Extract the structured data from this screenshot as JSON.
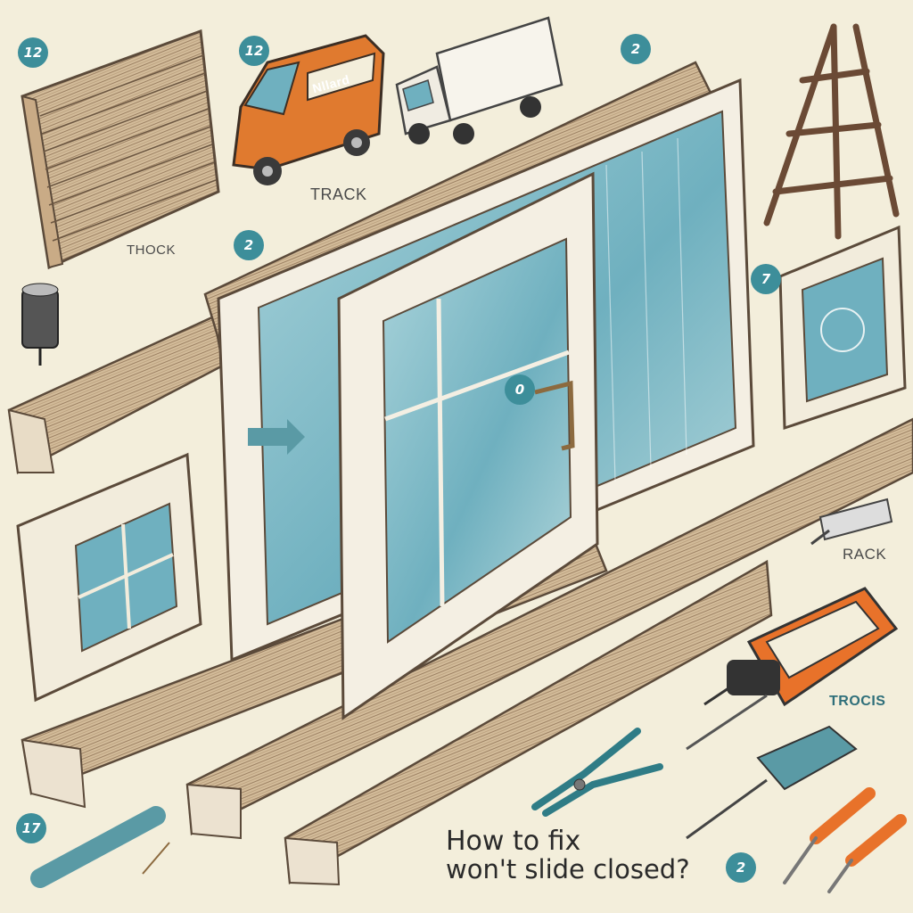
{
  "labels": {
    "track": "TRACK",
    "thock": "THOCK",
    "rack": "RACK",
    "trocis": "TROCIS",
    "van_sign": "Nllard"
  },
  "badges": [
    "12",
    "12",
    "2",
    "2",
    "7",
    "0",
    "17",
    "2"
  ],
  "caption": {
    "line1": "How to fix",
    "line2": "won't slide closed?"
  },
  "colors": {
    "background": "#f3eedb",
    "accent_teal": "#3d8e9a",
    "glass": "#8fc3cf",
    "frame": "#f4efe3",
    "wood": "#c9ab86",
    "van_orange": "#e07a2f",
    "tool_orange": "#e8722a"
  }
}
